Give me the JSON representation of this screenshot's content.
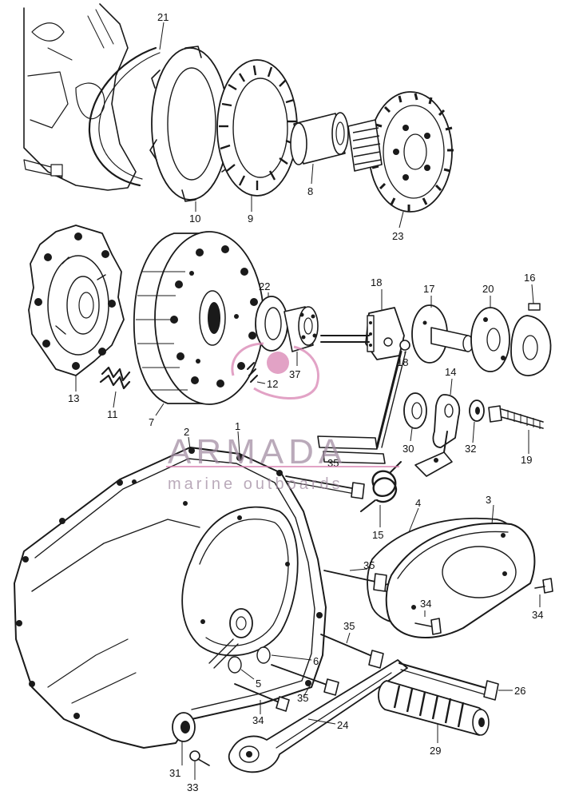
{
  "watermark": {
    "brand": "ARMADA",
    "tagline": "marine outboards",
    "color": "#d77fb0"
  },
  "callouts": {
    "c1": "1",
    "c2": "2",
    "c3": "3",
    "c4": "4",
    "c5": "5",
    "c6": "6",
    "c7": "7",
    "c8": "8",
    "c9": "9",
    "c10": "10",
    "c11": "11",
    "c12": "12",
    "c13": "13",
    "c14": "14",
    "c15": "15",
    "c16": "16",
    "c17": "17",
    "c18a": "18",
    "c18b": "18",
    "c19": "19",
    "c20": "20",
    "c21": "21",
    "c22": "22",
    "c23": "23",
    "c24": "24",
    "c26": "26",
    "c29": "29",
    "c30": "30",
    "c31": "31",
    "c32": "32",
    "c33": "33",
    "c34a": "34",
    "c34b": "34",
    "c34c": "34",
    "c35a": "35",
    "c35b": "35",
    "c35c": "35",
    "c35d": "35",
    "c37": "37"
  }
}
